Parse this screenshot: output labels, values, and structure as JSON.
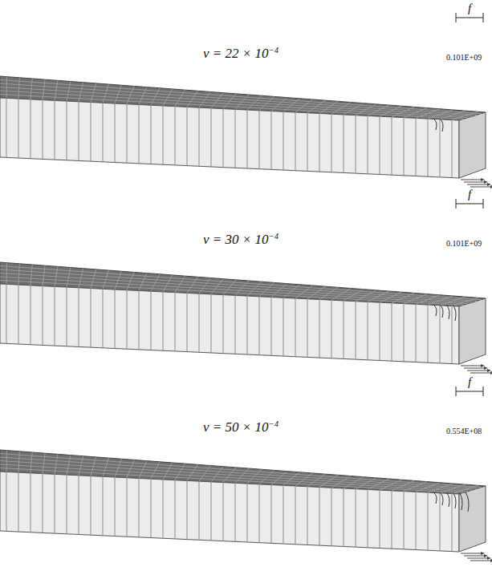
{
  "diagram": {
    "labels": [
      "f",
      "v = 22 × 10−4",
      "0.101E+09",
      "f",
      "v = 30 × 10−4",
      "0.101E+09",
      "f",
      "v = 50 × 10−4",
      "0.554E+08"
    ]
  }
}
